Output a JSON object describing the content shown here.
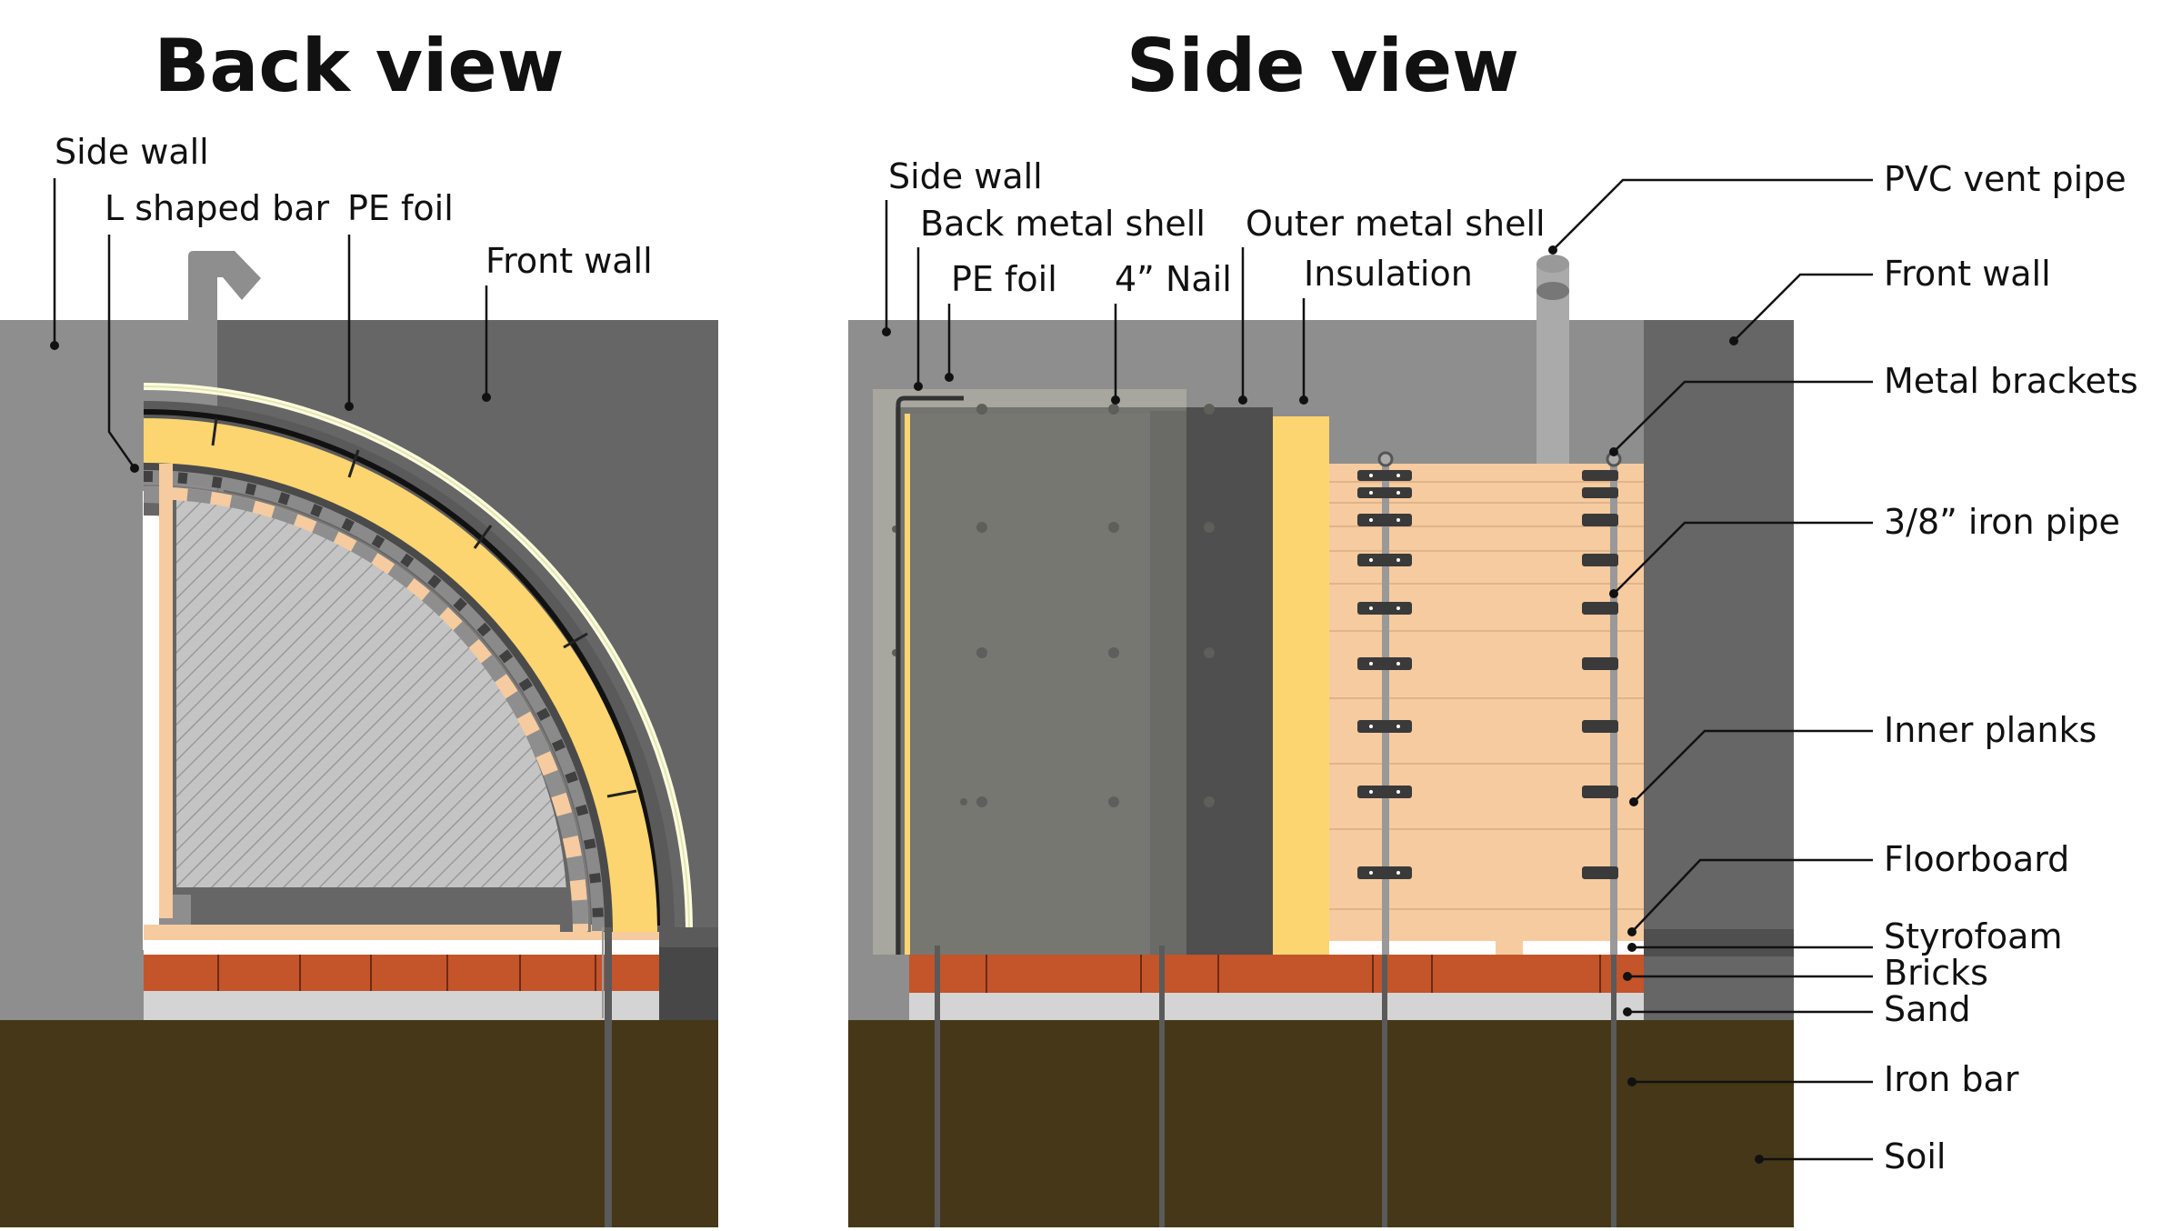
{
  "titles": {
    "back": "Back view",
    "side": "Side view"
  },
  "back_view_labels": {
    "side_wall": "Side wall",
    "l_shaped_bar": "L shaped bar",
    "pe_foil": "PE foil",
    "front_wall": "Front wall"
  },
  "side_view_top_labels": {
    "side_wall": "Side wall",
    "back_metal_shell": "Back metal shell",
    "pe_foil": "PE foil",
    "nail": "4” Nail",
    "outer_metal_shell": "Outer metal shell",
    "insulation": "Insulation"
  },
  "side_view_right_labels": {
    "pvc_vent_pipe": "PVC vent pipe",
    "front_wall": "Front wall",
    "metal_brackets": "Metal brackets",
    "iron_pipe": "3/8” iron pipe",
    "inner_planks": "Inner planks",
    "floorboard": "Floorboard",
    "styrofoam": "Styrofoam",
    "bricks": "Bricks",
    "sand": "Sand",
    "iron_bar": "Iron bar",
    "soil": "Soil"
  },
  "colors": {
    "soil": "#463718",
    "wall_light": "#8e8e8e",
    "wall_dark": "#666666",
    "bricks": "#c4542a",
    "sand": "#d4d4d4",
    "insulation": "#fcd570",
    "planks": "#f6cba0",
    "metal_shell": "#4f4f4f",
    "iron": "#5a5a5a"
  },
  "icons": {
    "vent": "pvc-vent-pipe-shape",
    "leader_dot": "leader-dot"
  }
}
